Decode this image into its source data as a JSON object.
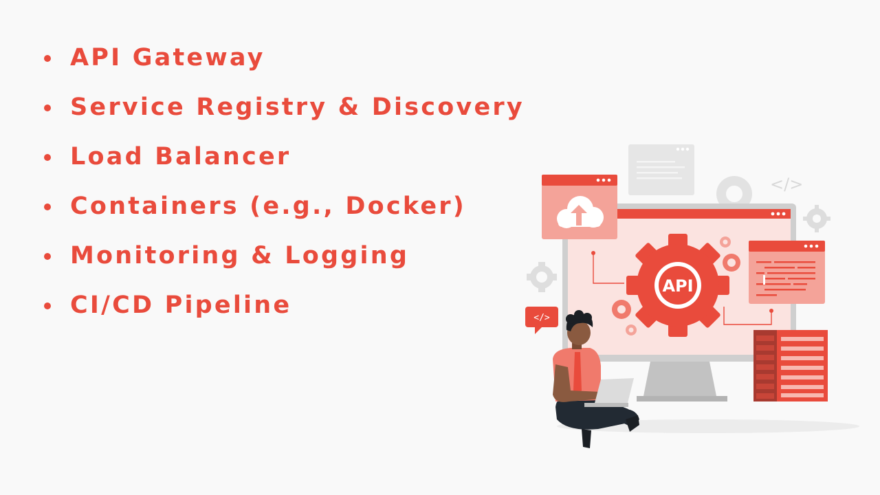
{
  "slide": {
    "bullets": [
      "API Gateway",
      "Service Registry & Discovery",
      "Load Balancer",
      "Containers (e.g., Docker)",
      "Monitoring & Logging",
      "CI/CD Pipeline"
    ]
  },
  "illustration": {
    "gear_label": "API",
    "code_tag": "</>",
    "code_tag_bg": "</>",
    "accent_color": "#e94b3c",
    "icons": [
      "cloud-upload-icon",
      "gear-icon",
      "code-icon",
      "server-rack-icon",
      "monitor-icon",
      "laptop-icon"
    ]
  },
  "colors": {
    "accent": "#e94b3c",
    "background": "#f9f9f9"
  }
}
